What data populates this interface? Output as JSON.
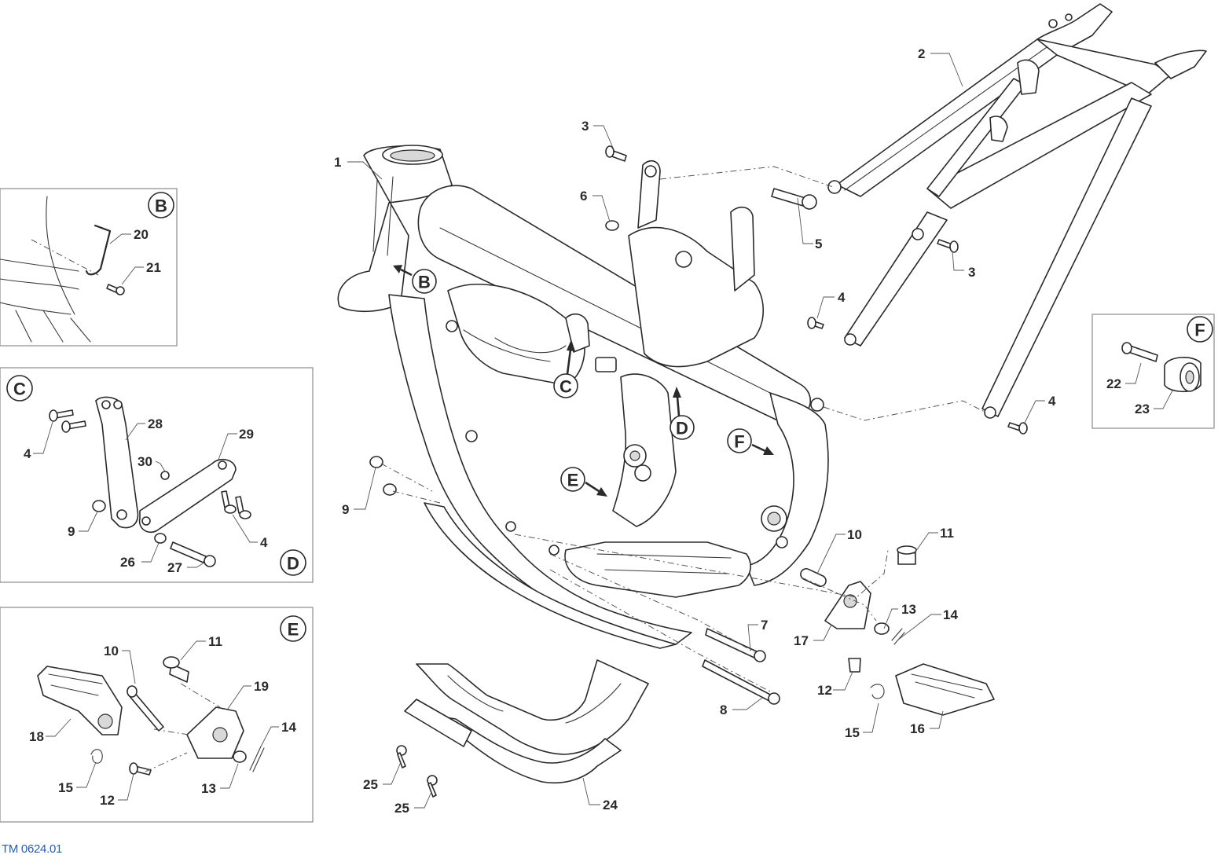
{
  "figure_code": "TM 0624.01",
  "inset_labels": {
    "b": "B",
    "c": "C",
    "d": "D",
    "e": "E",
    "f": "F"
  },
  "view_markers": [
    "B",
    "C",
    "D",
    "E",
    "F"
  ],
  "callouts": {
    "frame": "1",
    "subframe": "2",
    "subframe_bolt_top": "3",
    "subframe_bolt_mid": "3",
    "bolt_front_upper": "4",
    "bolt_rear_lower": "4",
    "bolt_top_mount": "5",
    "nut_top_mount": "6",
    "long_bolt_7": "7",
    "long_bolt_8": "8",
    "nuts_front_lower": "9",
    "footrest_pin": "10",
    "footrest_pin_bolt": "11",
    "footrest_bolt": "12",
    "washer": "13",
    "spring_pin": "14",
    "spring": "15",
    "footrest_right": "16",
    "footrest_bracket_right": "17",
    "skid_plate": "24",
    "skid_screw_a": "25",
    "skid_screw_b": "25"
  },
  "inset_b_callouts": [
    "20",
    "21"
  ],
  "inset_c_callouts": {
    "bolts": "4",
    "strut": "28",
    "nut_small": "30",
    "bushing": "9",
    "washer": "26",
    "bolt_long": "27",
    "bracket": "29",
    "bolts_d": "4"
  },
  "inset_e_callouts": {
    "pin": "10",
    "pin_bolt": "11",
    "bracket": "19",
    "footrest": "18",
    "spring_pin": "14",
    "spring": "15",
    "bolt": "12",
    "washer": "13"
  },
  "inset_f_callouts": {
    "bolt": "22",
    "roller": "23"
  }
}
